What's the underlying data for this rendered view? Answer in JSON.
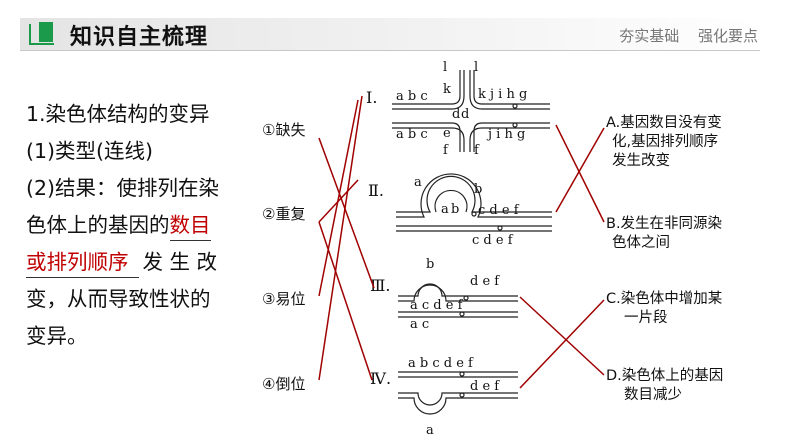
{
  "header": {
    "title": "知识自主梳理",
    "tags": [
      "夯实基础",
      "强化要点"
    ],
    "accent_color": "#1a9a4a"
  },
  "intro": {
    "heading": "1.染色体结构的变异",
    "type_label": "(1)类型(连线)",
    "result_prefix": "(2)结果：使排列在染",
    "result_line2_prefix": "色体上的基因的",
    "answer_part1": "数目",
    "answer_part2": "或排列顺序",
    "result_line3_suffix": "发 生 改",
    "result_line4": "变，从而导致性状的",
    "result_line5": "变异。",
    "answer_color": "#c00000"
  },
  "types": [
    {
      "label": "①缺失"
    },
    {
      "label": "②重复"
    },
    {
      "label": "③易位"
    },
    {
      "label": "④倒位"
    }
  ],
  "diagrams": [
    {
      "roman": "Ⅰ."
    },
    {
      "roman": "Ⅱ."
    },
    {
      "roman": "Ⅲ."
    },
    {
      "roman": "Ⅳ."
    }
  ],
  "outcomes": [
    {
      "line1": "A.基因数目没有变",
      "line2": "化,基因排列顺序",
      "line3": "发生改变"
    },
    {
      "line1": "B.发生在非同源染",
      "line2": "色体之间"
    },
    {
      "line1": "C.染色体中增加某",
      "line2": "一片段"
    },
    {
      "line1": "D.染色体上的基因",
      "line2": "数目减少"
    }
  ],
  "gene_labels": {
    "d1_top_left": "a b c",
    "d1_top_right": "k j i   h g",
    "d1_bot_left": "a b c",
    "d1_bot_right": "j i   h g",
    "d1_l": "l",
    "d1_d": "d",
    "d1_e": "e",
    "d1_f": "f",
    "d1_k": "k",
    "d2_a": "a",
    "d2_b": "b",
    "d2_top": "c d e f",
    "d2_bot": "c d e f",
    "d3_b": "b",
    "d3_top": "d e f",
    "d3_mid": "a   c d e f",
    "d3_bot": "a   c",
    "d4_top": "a b c d e f",
    "d4_mid": "d e f",
    "d4_a": "a",
    "line_color": "#a00000"
  }
}
